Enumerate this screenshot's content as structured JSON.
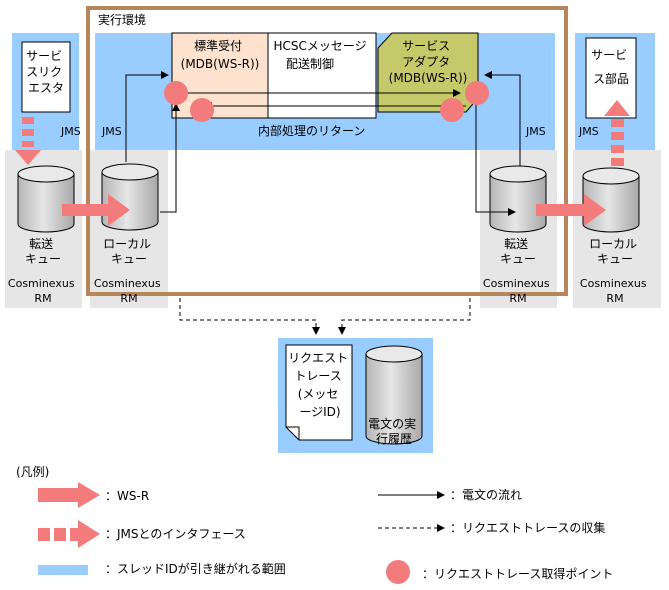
{
  "environment": {
    "title": "実行環境"
  },
  "requester": {
    "label": [
      "サービ",
      "スリク",
      "エスタ"
    ]
  },
  "parts": {
    "label": [
      "サービ",
      "ス部品"
    ]
  },
  "reception": {
    "label": [
      "標準受付",
      "(MDB(WS-R))"
    ]
  },
  "hcsc_control": {
    "label": [
      "HCSCメッセージ",
      "配送制御"
    ]
  },
  "adapter": {
    "label": [
      "サービス",
      "アダプタ",
      "(MDB(WS-R))"
    ]
  },
  "internal_return": "内部処理のリターン",
  "jms": "JMS",
  "queue_transfer": [
    "転送",
    "キュー"
  ],
  "queue_local": [
    "ローカル",
    "キュー"
  ],
  "rm": [
    "Cosminexus",
    "RM"
  ],
  "trace_doc": {
    "label": [
      "リクエスト",
      "トレース",
      "(メッセ",
      "ージID)"
    ]
  },
  "trace_history": {
    "label": [
      "電文の実",
      "行履歴"
    ]
  },
  "legend": {
    "title": "(凡例)",
    "ws_r": "：WS-R",
    "jms_interface": "：JMSとのインタフェース",
    "thread_range": "：スレッドIDが引き継がれる範囲",
    "message_flow": "：電文の流れ",
    "trace_collect": "：リクエストトレースの収集",
    "trace_point": "：リクエストトレース取得ポイント"
  },
  "colors": {
    "thread_blue": "#99ccff",
    "grey_zone": "#e6e6e6",
    "frame_brown": "#b8845a",
    "reception_fill": "#fde3cf",
    "adapter_fill": "#c6c96a",
    "arrow_red": "#f47b7b"
  }
}
